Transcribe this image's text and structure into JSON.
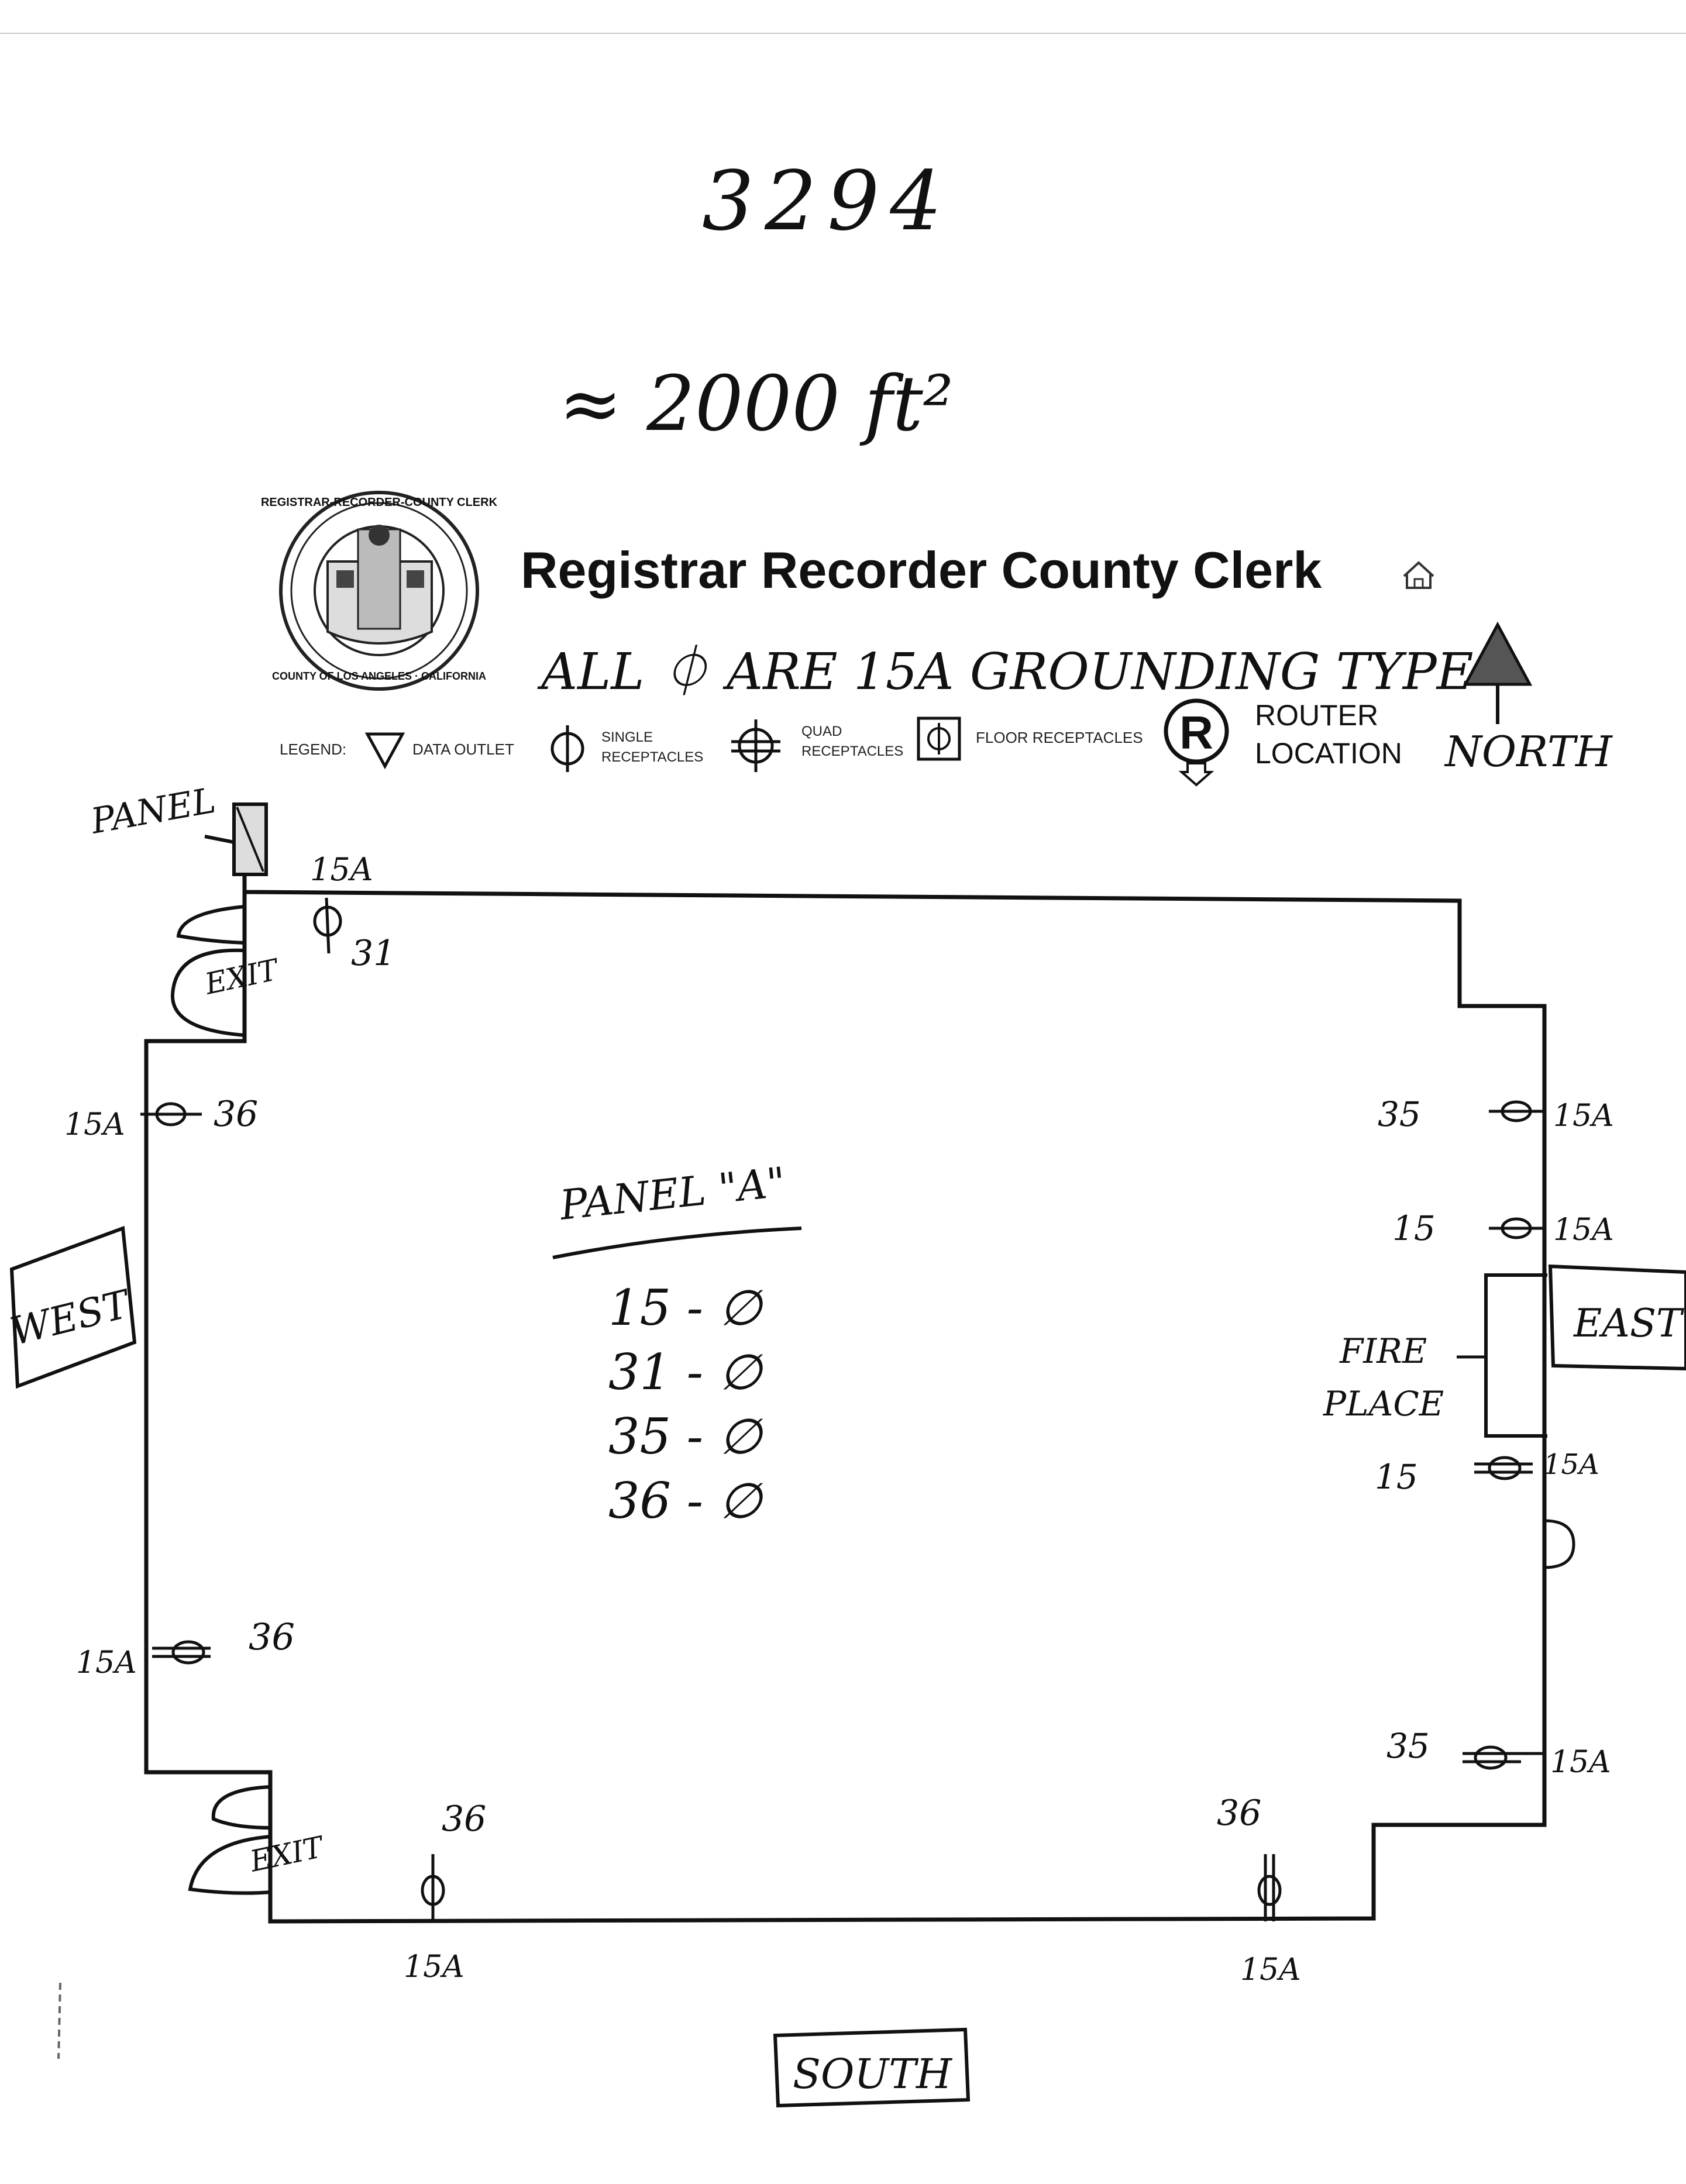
{
  "page": {
    "number": "3294",
    "area": "≈ 2000 ft²"
  },
  "header": {
    "title": "Registrar Recorder County Clerk",
    "seal": {
      "outer_text": "REGISTRAR-RECORDER-COUNTY CLERK",
      "bottom_text": "COUNTY OF LOS ANGELES · CALIFORNIA"
    },
    "home_icon": "home-icon"
  },
  "note": "ALL ⏀ ARE 15A GROUNDING TYPE",
  "legend": {
    "label": "LEGEND:",
    "items": [
      {
        "icon": "triangle-down-icon",
        "label": "DATA OUTLET"
      },
      {
        "icon": "single-receptacle-icon",
        "label_line1": "SINGLE",
        "label_line2": "RECEPTACLES"
      },
      {
        "icon": "quad-receptacle-icon",
        "label_line1": "QUAD",
        "label_line2": "RECEPTACLES"
      },
      {
        "icon": "floor-receptacle-icon",
        "label": "FLOOR RECEPTACLES"
      }
    ],
    "router": {
      "letter": "R",
      "label_line1": "ROUTER",
      "label_line2": "LOCATION"
    },
    "north_label": "NORTH"
  },
  "plan": {
    "panel_label": "PANEL",
    "exit_label": "EXIT",
    "fireplace_line1": "FIRE",
    "fireplace_line2": "PLACE",
    "directions": {
      "west": "WEST",
      "east": "EAST",
      "south": "SOUTH"
    },
    "panel_schedule": {
      "title": "PANEL \"A\"",
      "rows": [
        "15 - ∅",
        "31 - ∅",
        "35 - ∅",
        "36 - ∅"
      ]
    },
    "outlets": [
      {
        "circuit": "31",
        "rating": "15A",
        "wall": "north"
      },
      {
        "circuit": "36",
        "rating": "15A",
        "wall": "west-upper"
      },
      {
        "circuit": "36",
        "rating": "15A",
        "wall": "west-lower"
      },
      {
        "circuit": "35",
        "rating": "15A",
        "wall": "east-1"
      },
      {
        "circuit": "15",
        "rating": "15A",
        "wall": "east-2"
      },
      {
        "circuit": "15",
        "rating": "15A",
        "wall": "east-3"
      },
      {
        "circuit": "35",
        "rating": "15A",
        "wall": "east-4"
      },
      {
        "circuit": "36",
        "rating": "15A",
        "wall": "south-left"
      },
      {
        "circuit": "36",
        "rating": "15A",
        "wall": "south-right"
      }
    ]
  }
}
